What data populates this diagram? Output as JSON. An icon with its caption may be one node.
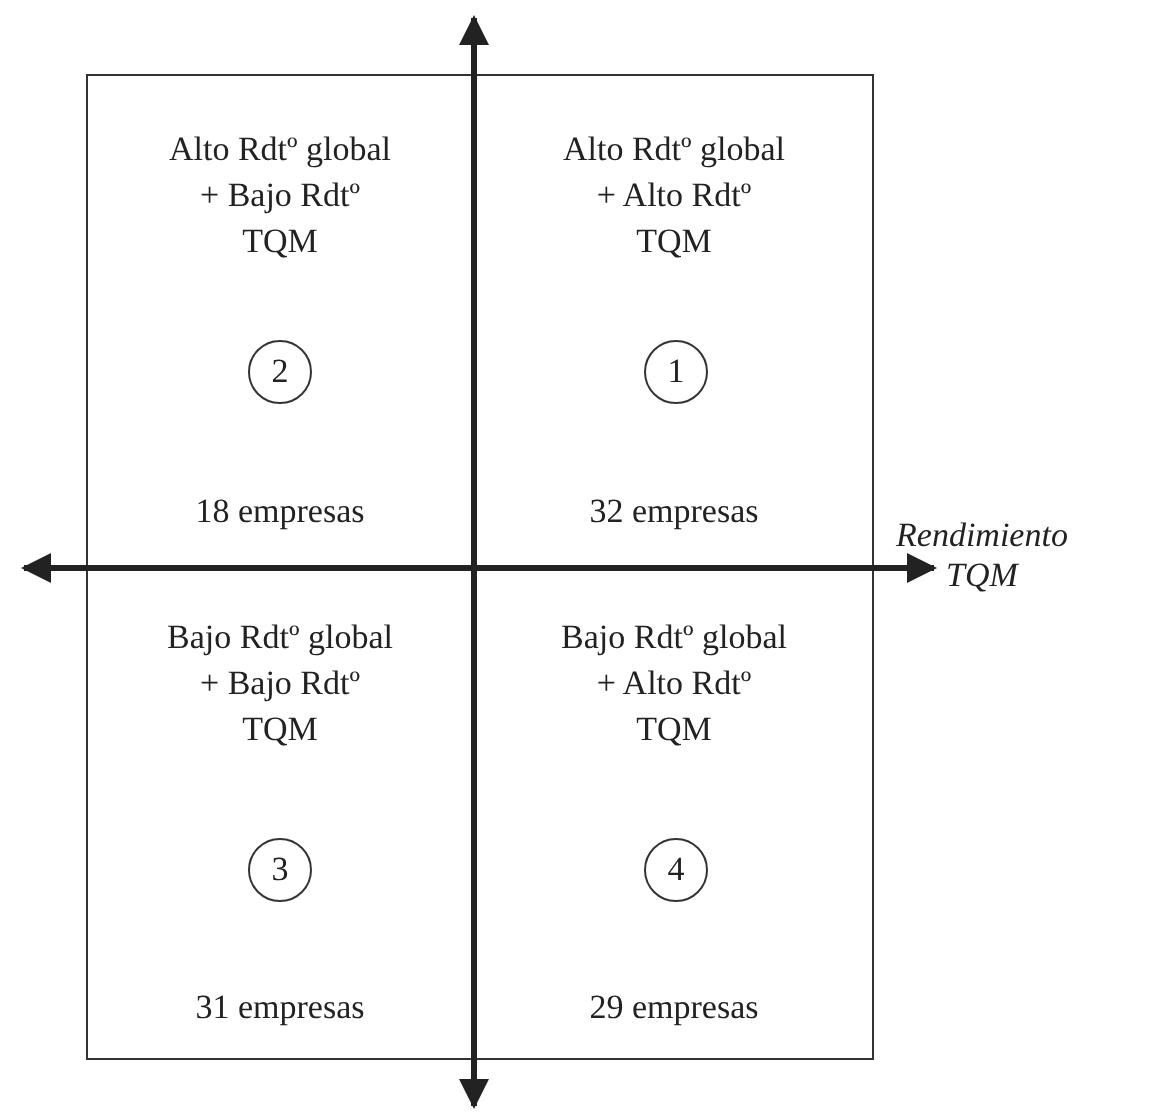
{
  "diagram": {
    "nodes": [
      {
        "text": [
          "Alto Rdtº global + Bajo Rdtº TQM",
          "18 empresas"
        ]
      },
      {
        "text": [
          "2"
        ],
        "in": 0
      },
      {
        "text": [
          "Alto Rdtº global + Alto Rdtº TQM",
          "32 empresas"
        ]
      },
      {
        "text": [
          "1"
        ],
        "in": 2
      },
      {
        "text": [
          "Bajo Rdtº global + Bajo Rdtº TQM",
          "31 empresas"
        ]
      },
      {
        "text": [
          "3"
        ],
        "in": 4
      },
      {
        "text": [
          "Bajo Rdtº global + Alto Rdtº TQM",
          "29 empresas"
        ]
      },
      {
        "text": [
          "4"
        ],
        "in": 6
      }
    ],
    "edges": [],
    "labels": [
      "Rendimiento TQM"
    ]
  }
}
